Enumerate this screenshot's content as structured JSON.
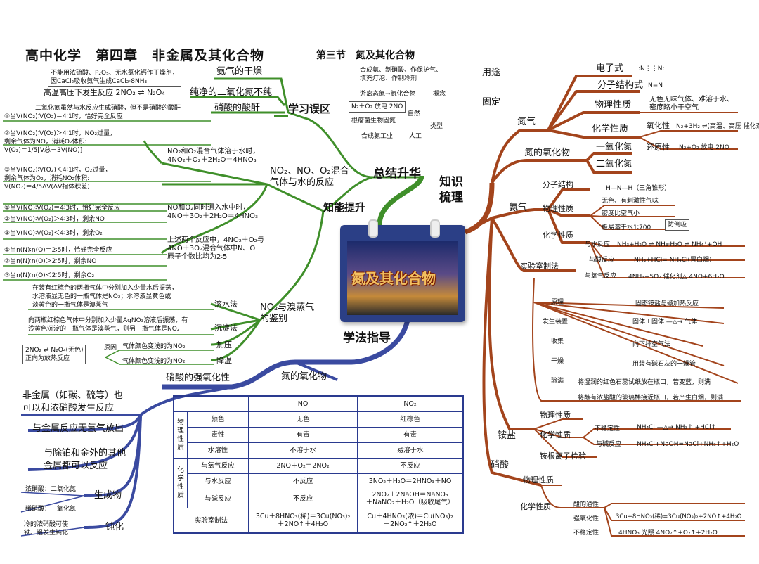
{
  "title": {
    "main": "高中化学　第四章　非金属及其化合物",
    "section": "第三节　氮及其化合物"
  },
  "center": {
    "label": "氮及其化合物"
  },
  "hubs": {
    "summary": "总结升华",
    "knowledge": "知识\n梳理",
    "ability": "知能提升",
    "method": "学法指导",
    "mistakes": "学习误区"
  },
  "mistakes": {
    "ammonia_dry": "氨气的干燥",
    "ammonia_dry_note": "不能用浓硫酸、P₂O₅、无水氯化钙作干燥剂，\n因CaCl₂吸收氨气生成CaCl₂·8NH₃",
    "no2_impure": "纯净的二氧化氮不纯",
    "no2_impure_note": "高温高压下发生反应 2NO₂ ⇌ N₂O₄",
    "nitric_anhydride": "硝酸的酸酐",
    "nitric_anhydride_note": "二氧化氮虽然与水反应生成硝酸，但不是硝酸的酸酐"
  },
  "ability": {
    "mix_title": "NO₂、NO、O₂混合\n气体与水的反应",
    "no2o2_head": "NO₂和O₂混合气体溶于水时，\n4NO₂＋O₂＋2H₂O＝4HNO₃",
    "no2o2_cases": [
      "①当V(NO₂)∶V(O₂)＝4∶1时，恰好完全反应",
      "②当V(NO₂)∶V(O₂)＞4∶1时，NO₂过量，\n剩余气体为NO，消耗O₂体积:\nV(O₂)＝1/5[V总－3V(NO)]",
      "③当V(NO₂)∶V(O₂)＜4∶1时，O₂过量，\n剩余气体为O₂，消耗NO₂体积:\nV(NO₂)＝4/5ΔV(ΔV指体积差)"
    ],
    "noo2_head": "NO和O₂同时通入水中时，\n4NO＋3O₂＋2H₂O＝4HNO₃",
    "noo2_cases": [
      "①当V(NO)∶V(O₂)＝4∶3时，恰好完全反应",
      "②当V(NO)∶V(O₂)＞4∶3时，剩余NO",
      "③当V(NO)∶V(O₂)＜4∶3时，剩余O₂"
    ],
    "no_o_head": "上述两个反应中，4NO₂＋O₂与\n4NO＋3O₂混合气体中N、O\n原子个数比均为2∶5",
    "no_o_cases": [
      "①当n(N)∶n(O)＝2∶5时，恰好完全反应",
      "②当n(N)∶n(O)＞2∶5时，剩余NO",
      "③当n(N)∶n(O)＜2∶5时，剩余O₂"
    ],
    "bromine_title": "NO₂与溴蒸气\n的鉴别",
    "water_method": "溶水法",
    "water_note": "在装有红棕色的两瓶气体中分别加入少量水后振荡，\n水溶液显无色的一瓶气体是NO₂；水溶液显黄色或\n淡黄色的一瓶气体是溴蒸气",
    "precip_method": "沉淀法",
    "precip_note": "向两瓶红棕色气体中分别加入少量AgNO₃溶液后振荡，有\n浅黄色沉淀的一瓶气体是溴蒸气，则另一瓶气体是NO₂",
    "pressurize": "加压",
    "pressurize_note": "气体颜色变浅的为NO₂",
    "cool": "降温",
    "cool_note": "气体颜色变浅的为NO₂",
    "reason_label": "原因",
    "reason_note": "2NO₂ ⇌ N₂O₄(无色)\n正向为放热反应"
  },
  "method": {
    "nitric_title": "硝酸的强氧化性",
    "nitric_items": [
      "非金属（如碳、硫等）也\n可以和浓硝酸发生反应",
      "与金属反应无氢气放出",
      "与除铂和金外的其他\n金属都可以反应"
    ],
    "products": "生成物",
    "conc": "浓硝酸：二氧化氮",
    "dilute": "稀硝酸：一氧化氮",
    "passivation": "钝化",
    "passivation_note": "冷的浓硝酸可使\n铁、铝发生钝化",
    "oxide_title": "氮的氧化物"
  },
  "table": {
    "headers": [
      "",
      "",
      "NO",
      "NO₂"
    ],
    "group_phys": "物\n理\n性\n质",
    "group_chem": "化\n学\n性\n质",
    "rows": [
      [
        "颜色",
        "无色",
        "红棕色"
      ],
      [
        "毒性",
        "有毒",
        "有毒"
      ],
      [
        "水溶性",
        "不溶于水",
        "易溶于水"
      ],
      [
        "与氧气反应",
        "2NO＋O₂＝2NO₂",
        "不反应"
      ],
      [
        "与水反应",
        "不反应",
        "3NO₂＋H₂O＝2HNO₃＋NO"
      ],
      [
        "与碱反应",
        "不反应",
        "2NO₂＋2NaOH＝NaNO₃\n＋NaNO₂＋H₂O（吸收尾气）"
      ]
    ],
    "lab_label": "实验室制法",
    "lab_no": "3Cu＋8HNO₃(稀)＝3Cu(NO₃)₂\n＋2NO↑＋4H₂O",
    "lab_no2": "Cu＋4HNO₃(浓)＝Cu(NO₃)₂\n＋2NO₂↑＋2H₂O"
  },
  "summary": {
    "use": "用途",
    "use_note": "合成氨、制硝酸、作保护气、\n填充灯泡、作制冷剂",
    "fix": "固定",
    "concept": "概念",
    "concept_note": "游离态氮→氮化合物",
    "type": "类型",
    "natural": "自然",
    "natural_note1": "N₂＋O₂ 放电 2NO",
    "natural_note2": "根瘤菌生物固氮",
    "artificial": "人工",
    "artificial_note": "合成氨工业"
  },
  "knowledge": {
    "nitrogen": "氮气",
    "electron": "电子式",
    "electron_val": ":N⋮⋮N:",
    "structure": "分子结构式",
    "structure_val": "N≡N",
    "phys": "物理性质",
    "phys_val": "无色无味气体、难溶于水、\n密度略小于空气",
    "chem": "化学性质",
    "oxid": "氧化性",
    "oxid_val": "N₂+3H₂ ⇌(高温、高压 催化剂) 2NH₃",
    "red": "还原性",
    "red_val": "N₂+O₂ 放电 2NO",
    "oxides": "氮的氧化物",
    "no": "一氧化氮",
    "no2": "二氧化氮",
    "ammonia": "氨气",
    "mol_struct": "分子结构",
    "mol_struct_val": "H—N—H（三角锥形）",
    "nh3_phys": "物理性质",
    "nh3_phys_vals": [
      "无色、有刺激性气味",
      "密度比空气小",
      "极易溶于水1∶700"
    ],
    "anti_suck": "防倒吸",
    "nh3_chem": "化学性质",
    "r_water": "与水反应",
    "r_water_val": "NH₃+H₂O ⇌ NH₃·H₂O ⇌ NH₄⁺+OH⁻",
    "r_acid": "与酸反应",
    "r_acid_val": "NH₃+HCl= NH₄Cl(冒白烟)",
    "r_oxygen": "与氧气反应",
    "r_oxygen_val": "4NH₃+5O₂ 催化剂△ 4NO+6H₂O",
    "lab": "实验室制法",
    "lab_items": [
      [
        "原理",
        "固态铵盐与碱加热反应"
      ],
      [
        "发生装置",
        "固体＋固体 —△→ 气体"
      ],
      [
        "收集",
        "向下排空气法"
      ],
      [
        "干燥",
        "用装有碱石灰的干燥管"
      ],
      [
        "验满",
        "将湿润的红色石蕊试纸放在瓶口，若变蓝，则满"
      ]
    ],
    "lab_extra": "将蘸有浓盐酸的玻璃棒接近瓶口，若产生白烟，则满",
    "ammonium": "铵盐",
    "am_phys": "物理性质",
    "am_chem": "化学性质",
    "unstable": "不稳定性",
    "unstable_val": "NH₄Cl —△→ NH₃↑ +HCl↑",
    "base_r": "与碱反应",
    "base_r_val": "NH₄Cl+NaOH=NaCl+NH₃↑+H₂O",
    "am_test": "铵根离子检验",
    "nitric": "硝酸",
    "n_phys": "物理性质",
    "n_chem": "化学性质",
    "acidity": "酸的通性",
    "strong_ox": "强氧化性",
    "strong_ox_val": "3Cu+8HNO₃(稀)=3Cu(NO₃)₂+2NO↑+4H₂O",
    "n_unstable": "不稳定性",
    "n_unstable_val": "4HNO₃ 光照 4NO₂↑+O₂↑+2H₂O"
  },
  "colors": {
    "green": "#3f8f2a",
    "brown": "#a3441c",
    "blue": "#3a4aa0",
    "title": "#111111"
  }
}
